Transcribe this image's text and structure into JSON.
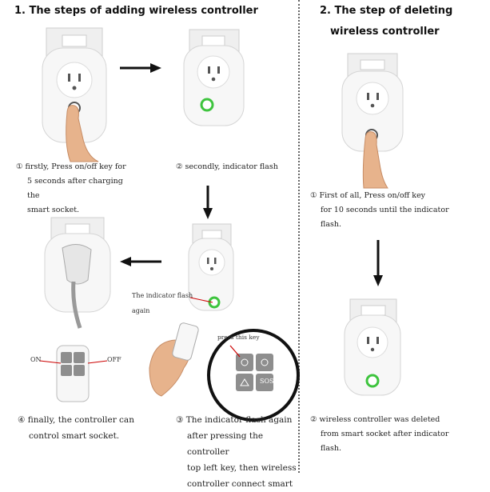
{
  "add_section": {
    "title": "1. The steps of adding wireless controller",
    "step1": [
      "① firstly, Press on/off key for",
      "5 seconds after charging the",
      "smart socket."
    ],
    "step2": "② secondly, indicator flash",
    "step3": [
      "③ The indicator flash again",
      "after pressing the controller",
      "top left key, then wireless",
      "controller connect smart"
    ],
    "step4": [
      "④ finally, the controller can",
      "control smart socket."
    ],
    "indicator_flash_label": [
      "The indicator flash",
      "again"
    ],
    "press_key_label": "press this key",
    "on_label": "ON",
    "off_label": "OFF",
    "sos_label": "SOS"
  },
  "delete_section": {
    "title_line1": "2. The step of deleting",
    "title_line2": "wireless controller",
    "step1": [
      "① First of all, Press on/off key",
      "for 10 seconds until the indicator",
      "flash."
    ],
    "step2": [
      "② wireless controller was deleted",
      "from smart socket after indicator",
      "flash."
    ]
  },
  "colors": {
    "indicator_green": "#3ec43e",
    "arrow": "#111111",
    "plate": "#eeeeee",
    "socket": "#f7f7f7"
  }
}
